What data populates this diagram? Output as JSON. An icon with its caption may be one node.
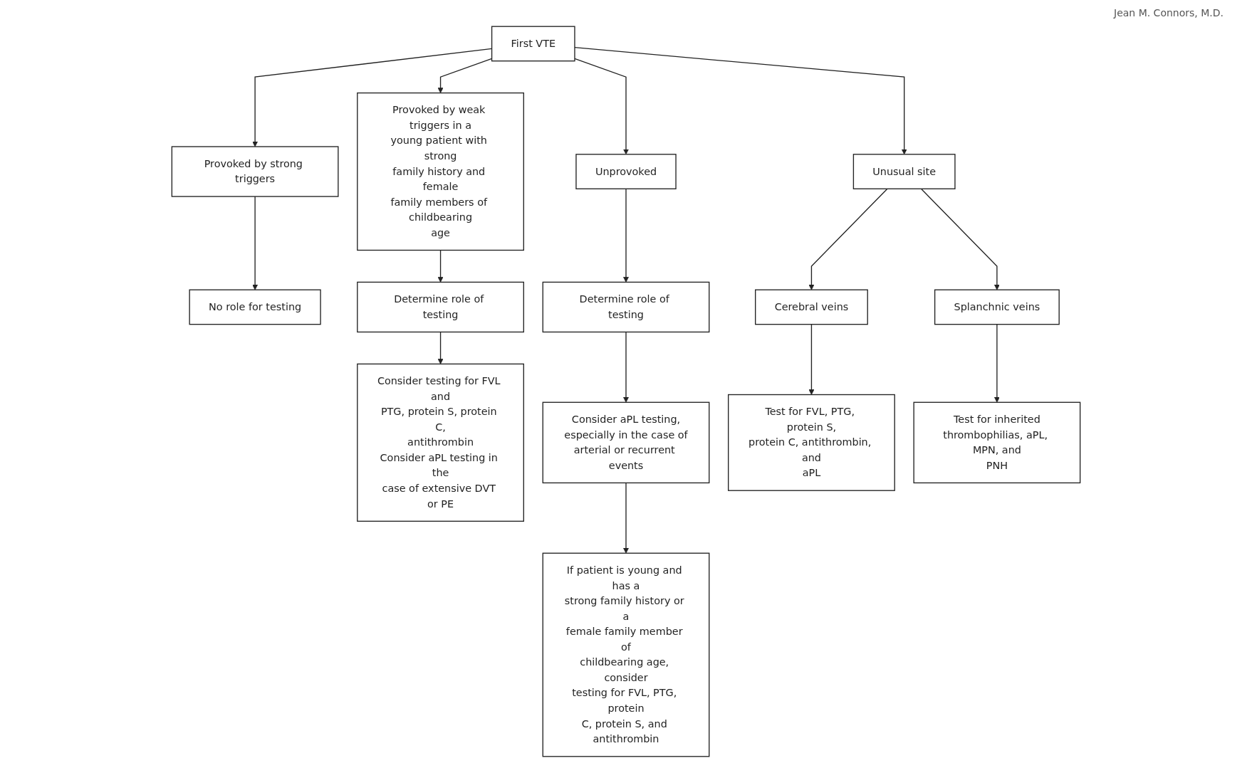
{
  "diagram": {
    "nodes": [
      {
        "text": [
          "First VTE"
        ]
      },
      {
        "text": [
          "Provoked by strong triggers"
        ]
      },
      {
        "text": [
          "Provoked by weak triggers in a young patient with strong family history and female family members of childbearing age"
        ]
      },
      {
        "text": [
          "Unprovoked"
        ]
      },
      {
        "text": [
          "Unusual site"
        ]
      },
      {
        "text": [
          "No role for testing"
        ]
      },
      {
        "text": [
          "Determine role of testing"
        ]
      },
      {
        "text": [
          "Determine role of testing"
        ]
      },
      {
        "text": [
          "Cerebral veins"
        ]
      },
      {
        "text": [
          "Splanchnic veins"
        ]
      },
      {
        "text": [
          "Consider testing for FVL and PTG, protein S, protein C, antithrombin",
          "Consider aPL testing in the case of extensive DVT or PE"
        ]
      },
      {
        "text": [
          "Consider aPL testing, especially in the case of arterial or recurrent events"
        ]
      },
      {
        "text": [
          "Test for FVL, PTG, protein S, protein C, antithrombin, and aPL"
        ]
      },
      {
        "text": [
          "Test for inherited thrombophilias, aPL, MPN, and PNH"
        ]
      },
      {
        "text": [
          "If patient is young and has a strong family history or a female family member of childbearing age, consider testing for FVL, PTG, protein C, protein S, and antithrombin"
        ]
      }
    ],
    "edges": [
      {
        "from": 0,
        "to": 1,
        "arrow": "to"
      },
      {
        "from": 0,
        "to": 2,
        "arrow": "to"
      },
      {
        "from": 0,
        "to": 3,
        "arrow": "to"
      },
      {
        "from": 0,
        "to": 4,
        "arrow": "to"
      },
      {
        "from": 1,
        "to": 5,
        "arrow": "to"
      },
      {
        "from": 2,
        "to": 6,
        "arrow": "to"
      },
      {
        "from": 3,
        "to": 7,
        "arrow": "to"
      },
      {
        "from": 4,
        "to": 8,
        "arrow": "to"
      },
      {
        "from": 4,
        "to": 9,
        "arrow": "to"
      },
      {
        "from": 6,
        "to": 10,
        "arrow": "to"
      },
      {
        "from": 7,
        "to": 11,
        "arrow": "to"
      },
      {
        "from": 8,
        "to": 12,
        "arrow": "to"
      },
      {
        "from": 9,
        "to": 13,
        "arrow": "to"
      },
      {
        "from": 11,
        "to": 14,
        "arrow": "to"
      }
    ],
    "labels": [
      "Jean M. Connors, M.D."
    ]
  }
}
